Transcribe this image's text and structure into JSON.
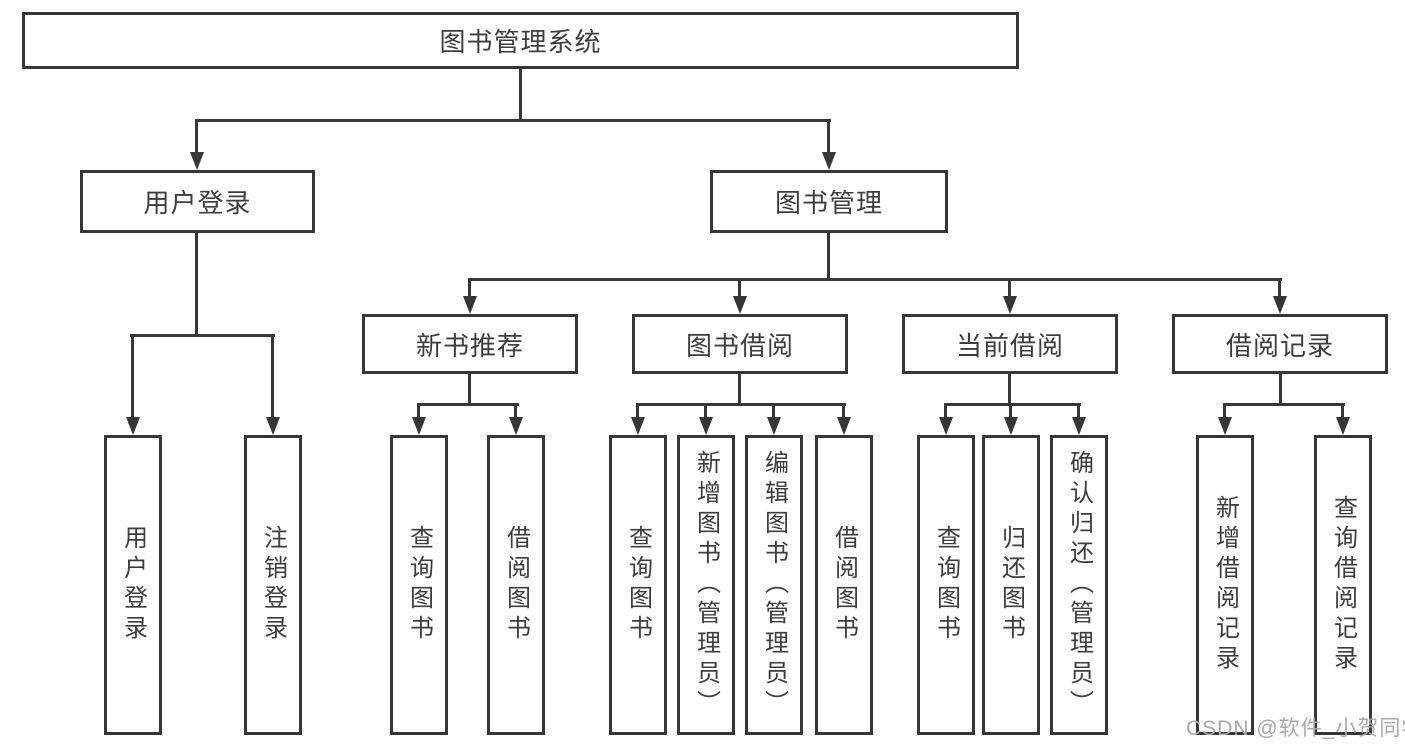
{
  "tree": {
    "label": "图书管理系统",
    "children": [
      {
        "label": "用户登录",
        "children": [
          {
            "label": "用户登录"
          },
          {
            "label": "注销登录"
          }
        ]
      },
      {
        "label": "图书管理",
        "children": [
          {
            "label": "新书推荐",
            "children": [
              {
                "label": "查询图书"
              },
              {
                "label": "借阅图书"
              }
            ]
          },
          {
            "label": "图书借阅",
            "children": [
              {
                "label": "查询图书"
              },
              {
                "label": "新增图书（管理员）"
              },
              {
                "label": "编辑图书（管理员）"
              },
              {
                "label": "借阅图书"
              }
            ]
          },
          {
            "label": "当前借阅",
            "children": [
              {
                "label": "查询图书"
              },
              {
                "label": "归还图书"
              },
              {
                "label": "确认归还（管理员）"
              }
            ]
          },
          {
            "label": "借阅记录",
            "children": [
              {
                "label": "新增借阅记录"
              },
              {
                "label": "查询借阅记录"
              }
            ]
          }
        ]
      }
    ]
  },
  "watermark": {
    "text": "CSDN @软件_小贺同学"
  },
  "colors": {
    "line": "#363636",
    "text": "#3d3d3d",
    "background": "#ffffff",
    "watermark": "#a9a9a9"
  }
}
